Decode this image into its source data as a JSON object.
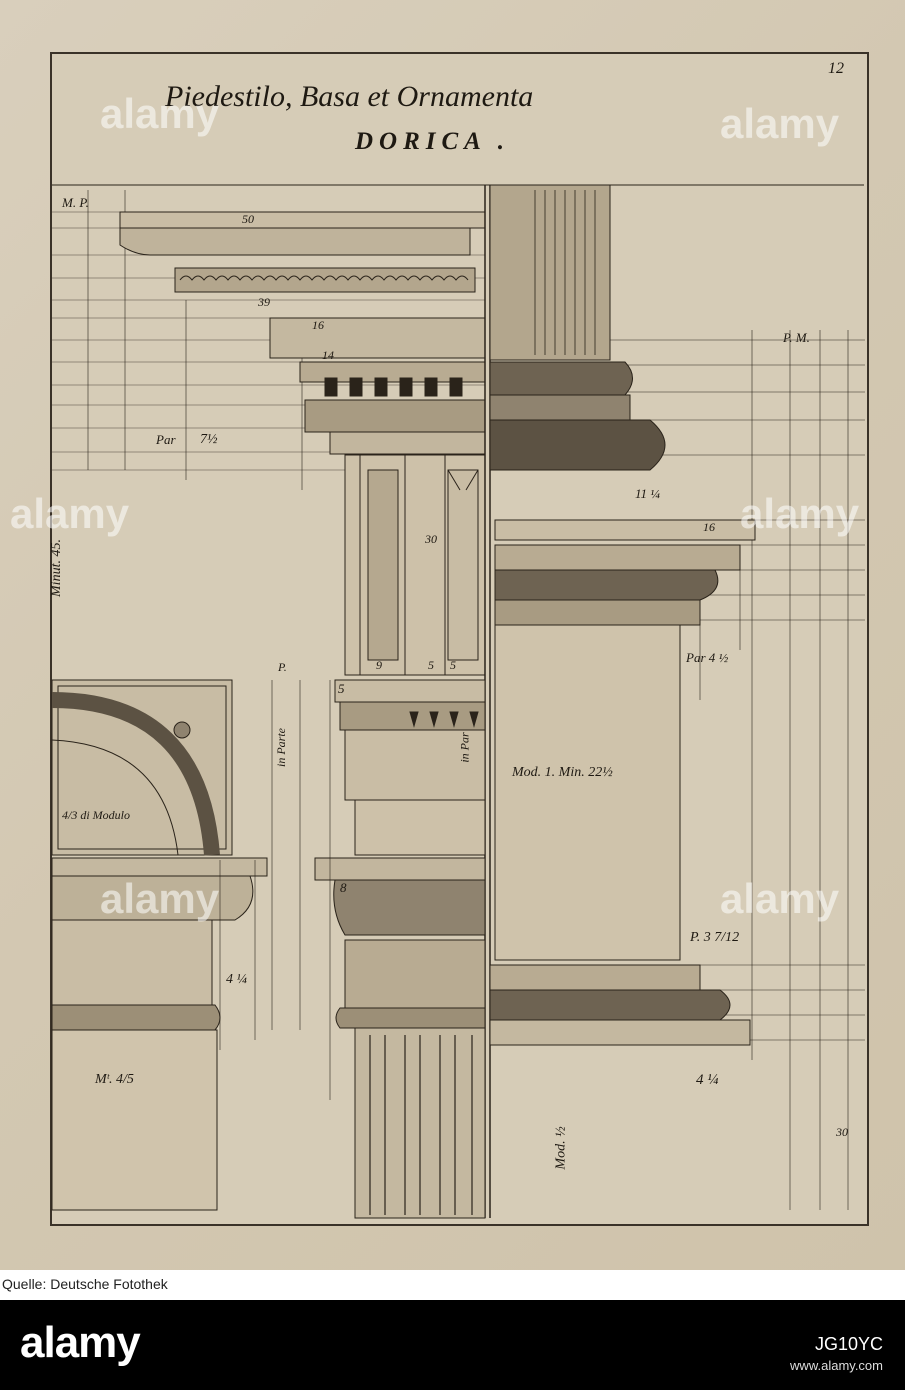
{
  "plate": {
    "title": "Piedestilo, Basa et Ornamenta",
    "subtitle": "DORICA .",
    "page_number": "12"
  },
  "labels": {
    "mp": "M.  P.",
    "pm": "P.  M.",
    "minut": "Minut. 45.",
    "par1": "Par",
    "frac1": "7½",
    "n50": "50",
    "n39": "39",
    "n16a": "16",
    "n14": "14",
    "n30": "30",
    "n16b": "16",
    "n9": "9",
    "n5a": "5",
    "n5b": "5",
    "n5c": "5",
    "n8": "8",
    "mod1": "Mod. 1. Min. 22½",
    "mod2": "Mod. ½",
    "dimod": "4/3  di Modulo",
    "m45": "Mᵗ. 4/5",
    "p3": "P. 3 7/12",
    "par4": "Par  4 ½",
    "n41": "4 ¼",
    "n142": "4 ¼",
    "n11": "11 ¼",
    "n30b": "30",
    "inparte": "in Parte",
    "inpar": "in Par",
    "p2": "P."
  },
  "caption": "Quelle: Deutsche Fotothek",
  "watermark": {
    "brand": "alamy",
    "image_id": "JG10YC",
    "url": "www.alamy.com"
  },
  "colors": {
    "paper": "#d6ccb7",
    "ink": "#1e1912",
    "band": "#000000"
  }
}
